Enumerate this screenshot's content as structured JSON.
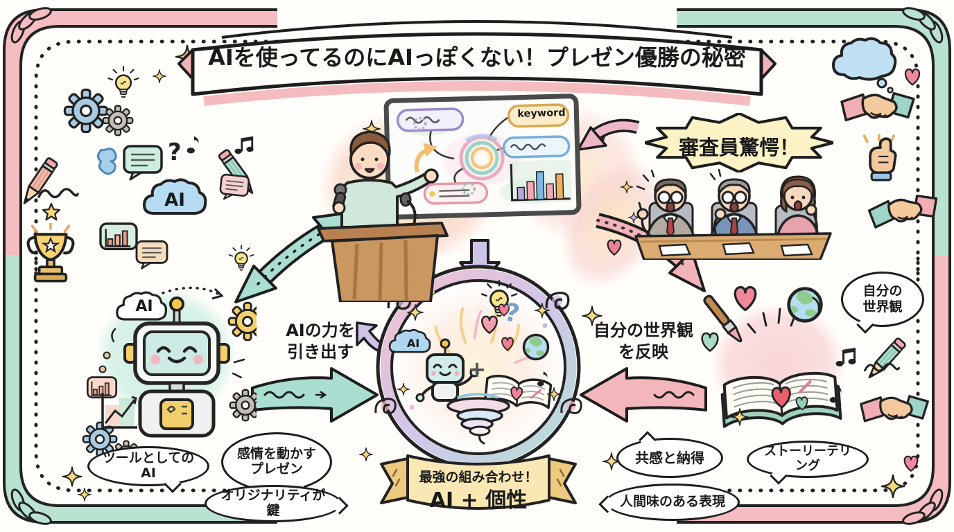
{
  "title": "AIを使ってるのにAIっぽくない！プレゼン優勝の秘密",
  "callouts": {
    "judges_reaction": "審査員驚愕！",
    "worldview_line1": "自分の",
    "worldview_line2": "世界観"
  },
  "screen": {
    "keyword_tag": "keyword"
  },
  "glyphs": {
    "ai": "AI",
    "question_mark": "?",
    "plus": "+"
  },
  "flow": {
    "ai_arrow_line1": "AIの力を",
    "ai_arrow_line2": "引き出す",
    "worldview_arrow_line1": "自分の世界観",
    "worldview_arrow_line2": "を反映"
  },
  "result_banner": {
    "line1": "最強の組み合わせ！",
    "line2": "AI + 個性"
  },
  "speech_bubbles": {
    "left": [
      "ツールとしてのAI",
      "感情を動かすプレゼン",
      "オリジナリティが鍵"
    ],
    "right": [
      "共感と納得",
      "ストーリーテリング",
      "人間味のある表現"
    ]
  },
  "colors": {
    "corner_pink": "#f5bdc1",
    "corner_mint": "#b9e2d0",
    "arrow_teal": "#a9ded1",
    "arrow_pink": "#f3b6bb",
    "arrow_purple": "#cdc4e8",
    "banner_yellow": "#f9e8b4",
    "burst_yellow": "#fbf3c6",
    "accent_yellow": "#f6d87c"
  }
}
